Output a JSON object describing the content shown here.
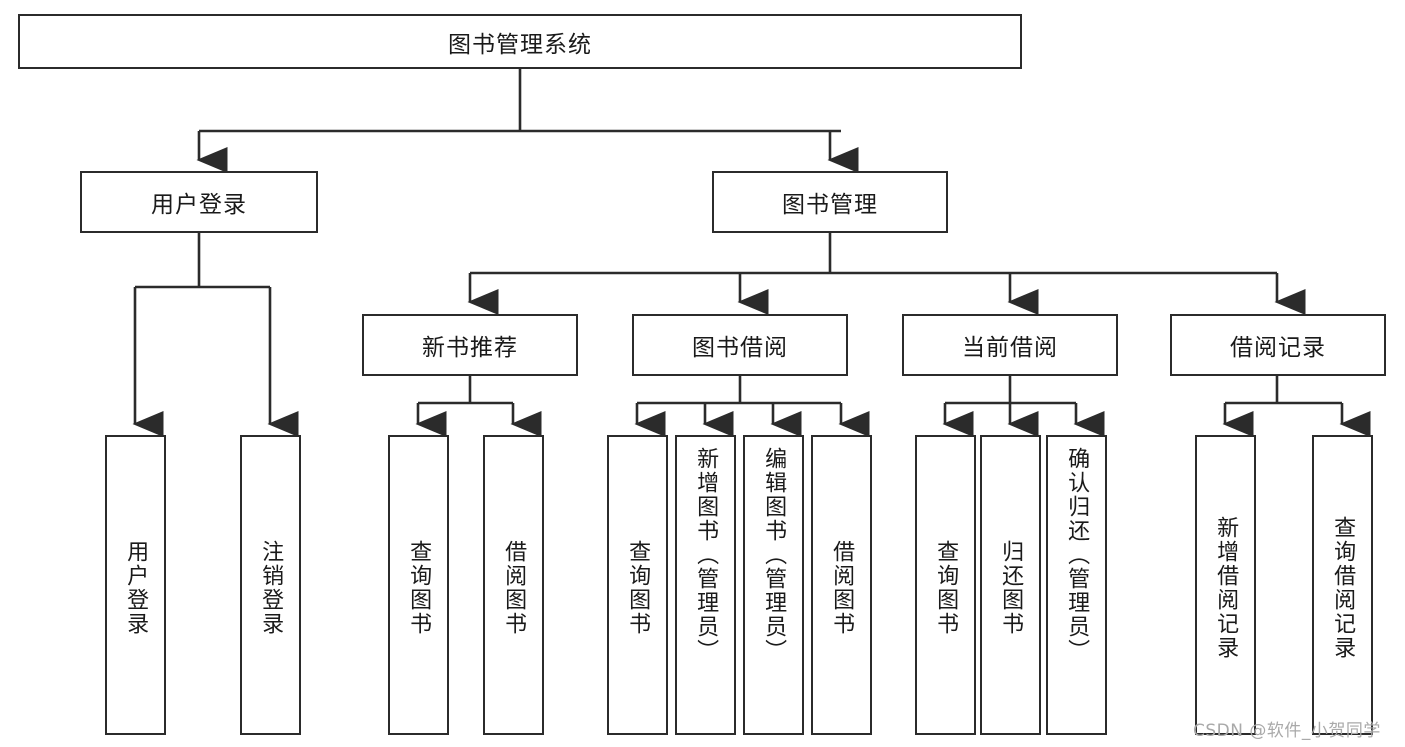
{
  "diagram": {
    "type": "hierarchy-tree",
    "title": "图书管理系统",
    "root": {
      "id": "root",
      "label": "图书管理系统"
    },
    "level1": [
      {
        "id": "user-login",
        "label": "用户登录"
      },
      {
        "id": "book-management",
        "label": "图书管理"
      }
    ],
    "level2": [
      {
        "id": "new-book-recommend",
        "label": "新书推荐",
        "parent": "book-management"
      },
      {
        "id": "book-borrow",
        "label": "图书借阅",
        "parent": "book-management"
      },
      {
        "id": "current-borrow",
        "label": "当前借阅",
        "parent": "book-management"
      },
      {
        "id": "borrow-record",
        "label": "借阅记录",
        "parent": "book-management"
      }
    ],
    "leaves": {
      "user-login": [
        {
          "id": "leaf-user-login",
          "label": "用户登录"
        },
        {
          "id": "leaf-user-logout",
          "label": "注销登录"
        }
      ],
      "new-book-recommend": [
        {
          "id": "leaf-query-book-1",
          "label": "查询图书"
        },
        {
          "id": "leaf-borrow-book-1",
          "label": "借阅图书"
        }
      ],
      "book-borrow": [
        {
          "id": "leaf-query-book-2",
          "label": "查询图书"
        },
        {
          "id": "leaf-add-book",
          "label": "新增图书（管理员）"
        },
        {
          "id": "leaf-edit-book",
          "label": "编辑图书（管理员）"
        },
        {
          "id": "leaf-borrow-book-2",
          "label": "借阅图书"
        }
      ],
      "current-borrow": [
        {
          "id": "leaf-query-book-3",
          "label": "查询图书"
        },
        {
          "id": "leaf-return-book",
          "label": "归还图书"
        },
        {
          "id": "leaf-confirm-return",
          "label": "确认归还（管理员）"
        }
      ],
      "borrow-record": [
        {
          "id": "leaf-add-record",
          "label": "新增借阅记录"
        },
        {
          "id": "leaf-query-record",
          "label": "查询借阅记录"
        }
      ]
    }
  },
  "watermark": {
    "text": "CSDN @软件_小贺同学"
  },
  "colors": {
    "stroke": "#2b2b2b",
    "background": "#ffffff",
    "text": "#1a1a1a",
    "watermark": "#a9a9a9"
  }
}
